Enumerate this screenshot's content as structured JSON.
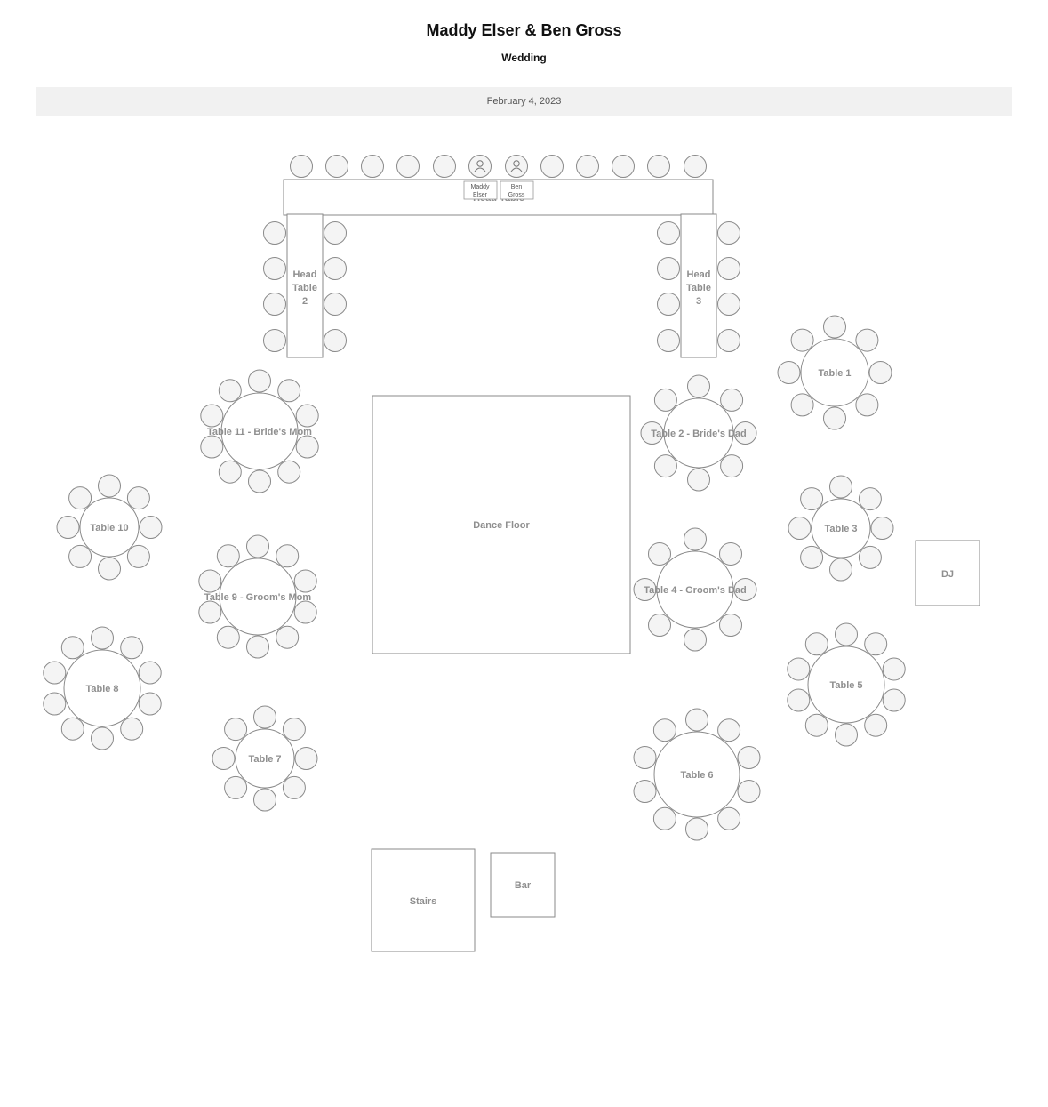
{
  "header": {
    "title": "Maddy Elser & Ben Gross",
    "subtitle": "Wedding",
    "date": "February 4, 2023"
  },
  "head_table": {
    "label": "Head Table",
    "seat_count": 12,
    "guests": [
      {
        "seat_index": 5,
        "first": "Maddy",
        "last": "Elser"
      },
      {
        "seat_index": 6,
        "first": "Ben",
        "last": "Gross"
      }
    ]
  },
  "side_tables": [
    {
      "id": "head-table-2",
      "label_lines": [
        "Head",
        "Table",
        "2"
      ]
    },
    {
      "id": "head-table-3",
      "label_lines": [
        "Head",
        "Table",
        "3"
      ]
    }
  ],
  "round_tables": [
    {
      "id": "table-1",
      "label": "Table 1",
      "seats": 8
    },
    {
      "id": "table-2",
      "label": "Table 2 - Bride's Dad",
      "seats": 8
    },
    {
      "id": "table-3",
      "label": "Table 3",
      "seats": 8
    },
    {
      "id": "table-4",
      "label": "Table 4 - Groom's Dad",
      "seats": 8
    },
    {
      "id": "table-5",
      "label": "Table 5",
      "seats": 10
    },
    {
      "id": "table-6",
      "label": "Table 6",
      "seats": 10
    },
    {
      "id": "table-7",
      "label": "Table 7",
      "seats": 8
    },
    {
      "id": "table-8",
      "label": "Table 8",
      "seats": 10
    },
    {
      "id": "table-9",
      "label": "Table 9 - Groom's Mom",
      "seats": 10
    },
    {
      "id": "table-10",
      "label": "Table 10",
      "seats": 8
    },
    {
      "id": "table-11",
      "label": "Table 11 - Bride's Mom",
      "seats": 10
    }
  ],
  "areas": [
    {
      "id": "dance-floor",
      "label": "Dance Floor"
    },
    {
      "id": "dj",
      "label": "DJ"
    },
    {
      "id": "stairs",
      "label": "Stairs"
    },
    {
      "id": "bar",
      "label": "Bar"
    }
  ]
}
